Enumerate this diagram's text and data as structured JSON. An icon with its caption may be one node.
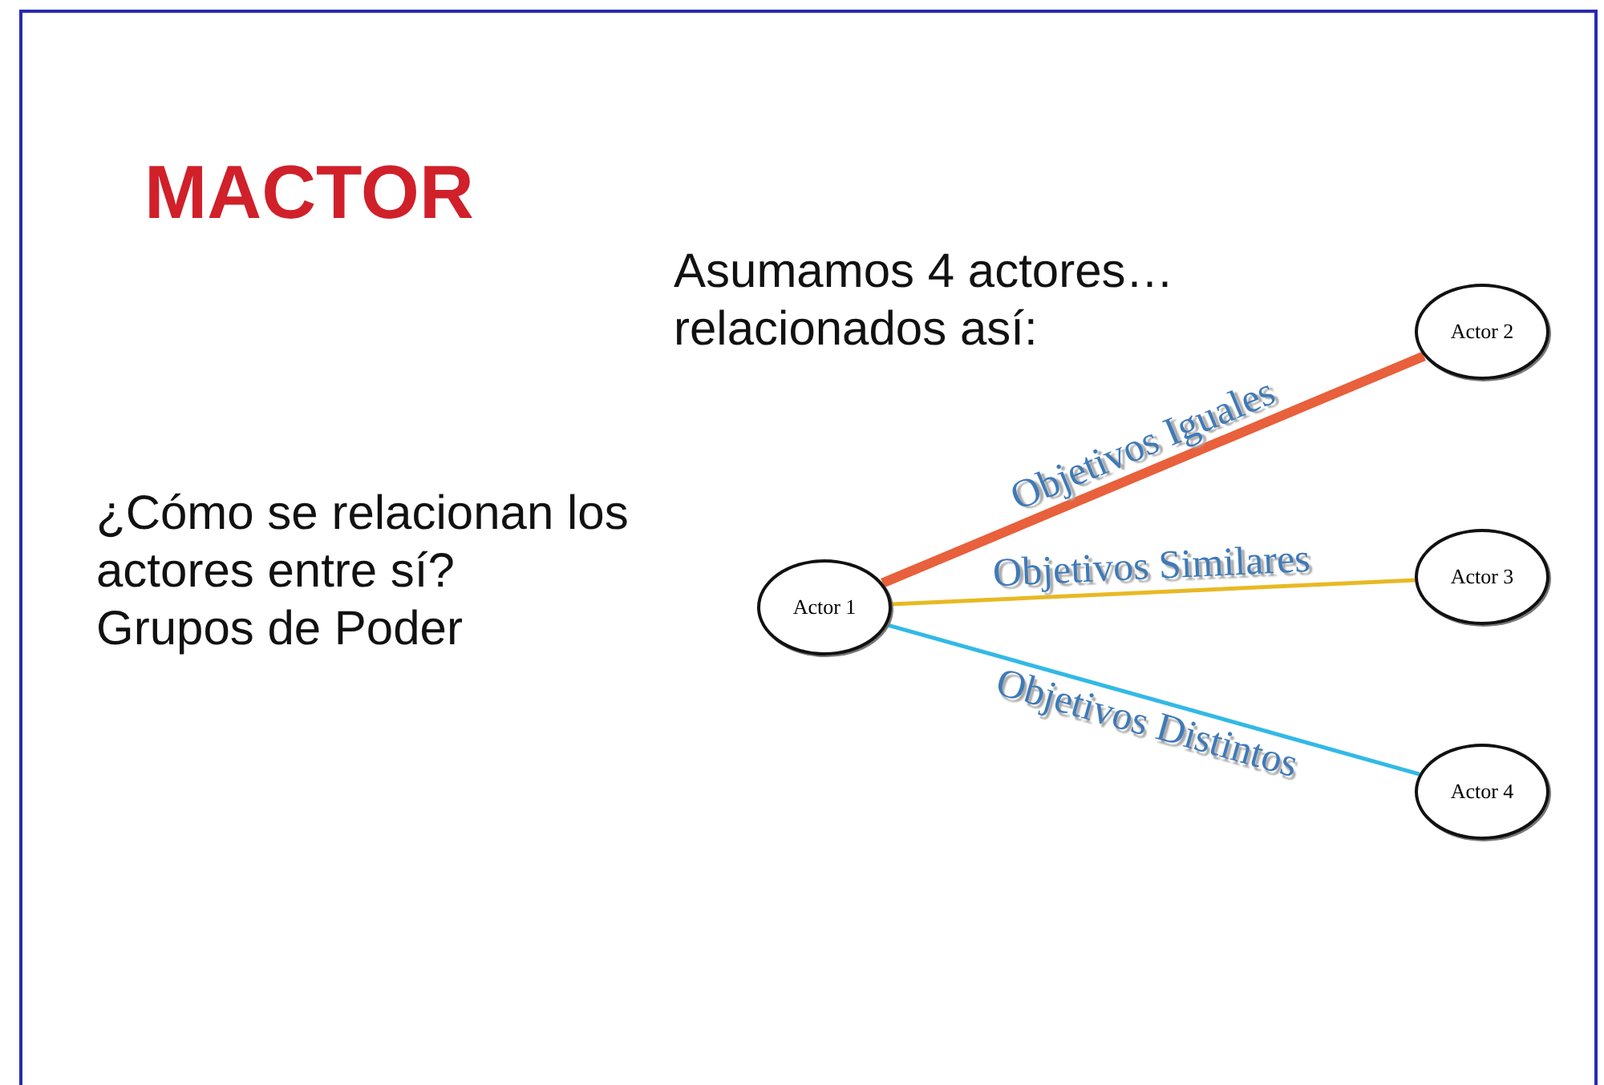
{
  "diagram": {
    "title": "MACTOR",
    "nodes": [
      {
        "text": [
          "Actor 1"
        ]
      },
      {
        "text": [
          "Actor 2"
        ]
      },
      {
        "text": [
          "Actor 3"
        ]
      },
      {
        "text": [
          "Actor 4"
        ]
      }
    ],
    "edges": [
      {
        "from": 0,
        "to": 1,
        "arrow": "none",
        "label": "Objetivos Iguales",
        "style": "thick",
        "color": "#e8603c"
      },
      {
        "from": 0,
        "to": 2,
        "arrow": "none",
        "label": "Objetivos Similares",
        "color": "#e8b923"
      },
      {
        "from": 0,
        "to": 3,
        "arrow": "none",
        "label": "Objetivos Distintos",
        "color": "#33b9e6"
      }
    ],
    "labels": [
      "Asumamos 4 actores… relacionados así:",
      "¿Cómo se relacionan los actores entre sí?",
      "Grupos de Poder"
    ]
  }
}
